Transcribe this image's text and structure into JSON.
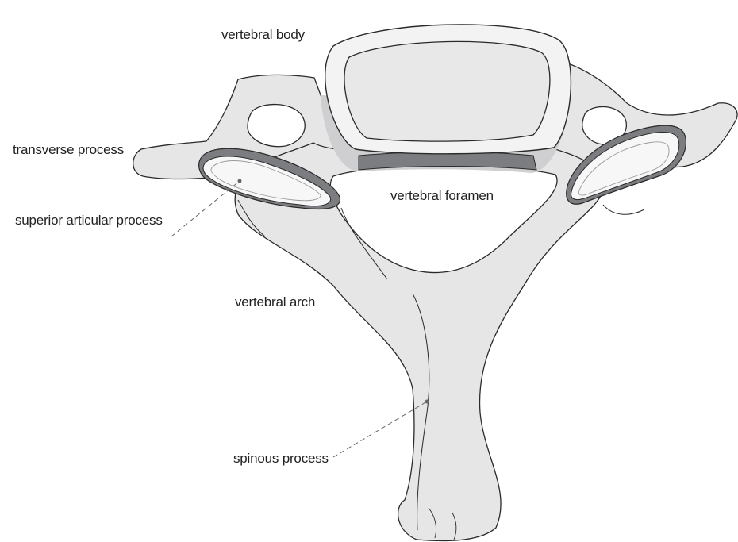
{
  "labels": {
    "vertebral_body": "vertebral body",
    "transverse_process": "transverse process",
    "vertebral_foramen": "vertebral foramen",
    "superior_articular_process": "superior articular process",
    "vertebral_arch": "vertebral arch",
    "spinous_process": "spinous process"
  },
  "colors": {
    "bone_fill": "#e6e6e7",
    "bone_shadow": "#cfcfd1",
    "facet_rim": "#7c7d80",
    "facet_surface": "#f7f7f7",
    "outline": "#2a2a2a",
    "leader_line": "#666666",
    "text": "#222222"
  }
}
